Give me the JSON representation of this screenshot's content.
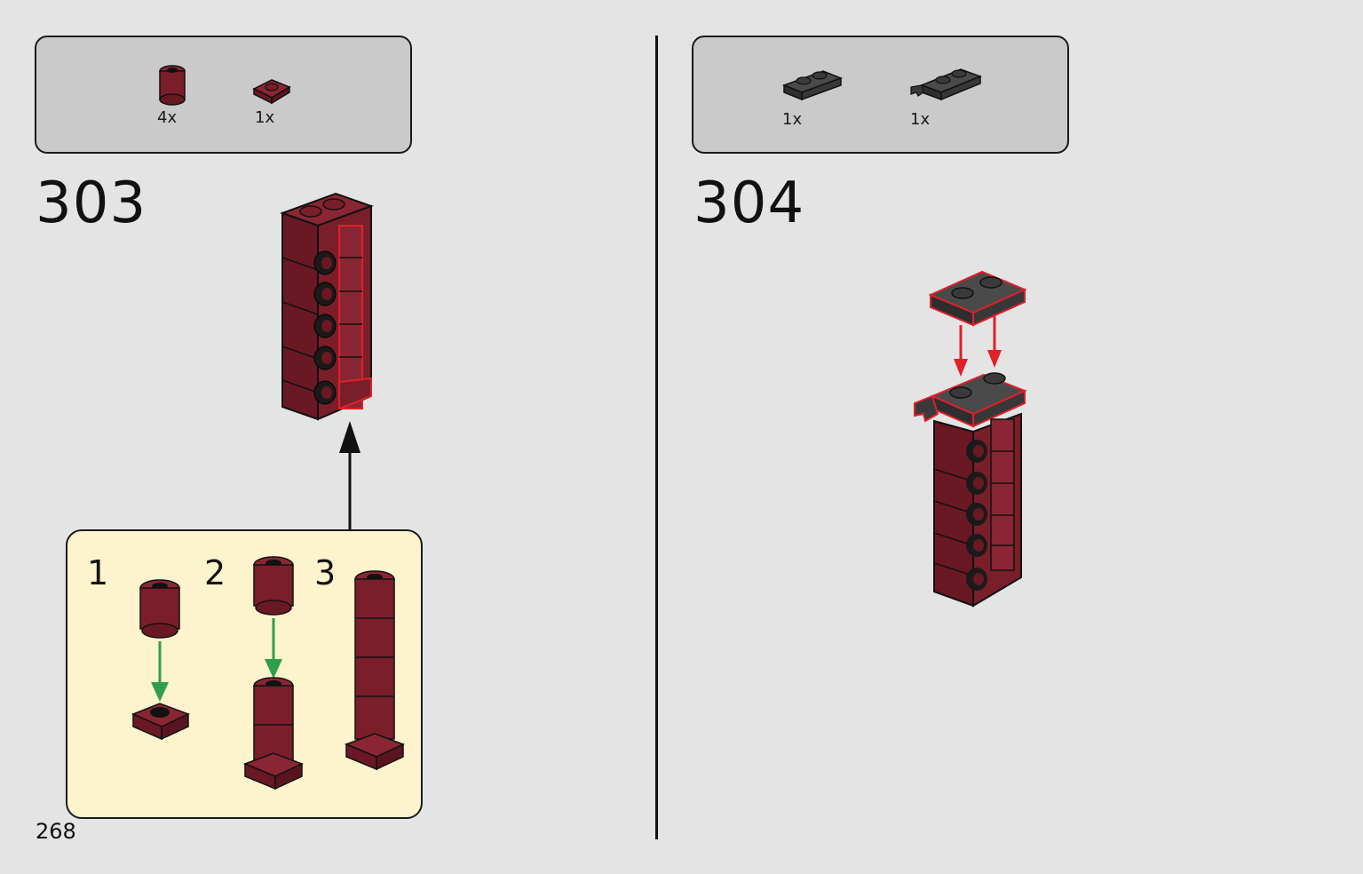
{
  "page": {
    "number": "268"
  },
  "steps": [
    {
      "number": "303",
      "parts": [
        {
          "icon": "dark-red-round-brick-icon",
          "qty": "4x"
        },
        {
          "icon": "dark-red-round-plate-icon",
          "qty": "1x"
        }
      ],
      "substeps": [
        "1",
        "2",
        "3"
      ]
    },
    {
      "number": "304",
      "parts": [
        {
          "icon": "dark-gray-plate-1x2-icon",
          "qty": "1x"
        },
        {
          "icon": "dark-gray-plate-clip-icon",
          "qty": "1x"
        }
      ]
    }
  ],
  "colors": {
    "dark_red": "#7a1e2a",
    "dark_gray": "#3a3a3a",
    "callout_bg": "#fdf3cc",
    "highlight": "#e0202a",
    "arrow_green": "#2e9e4a"
  }
}
